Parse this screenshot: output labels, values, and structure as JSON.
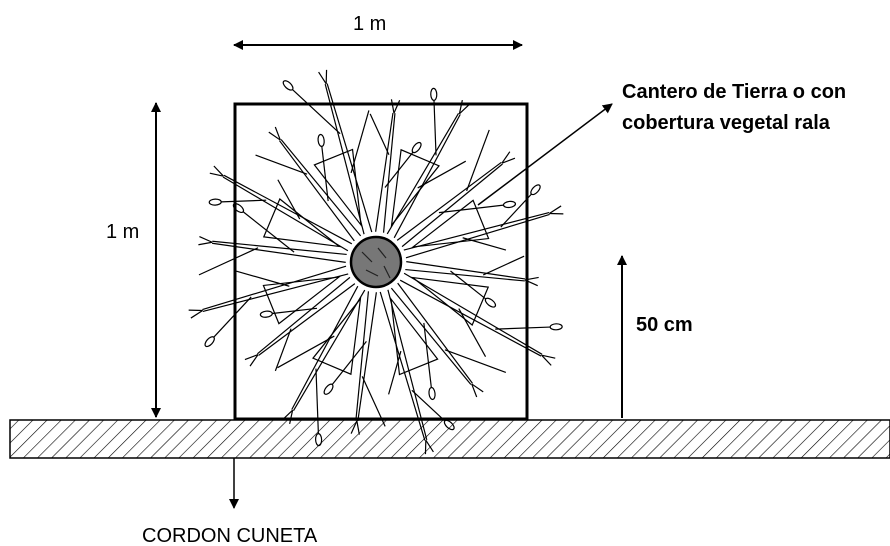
{
  "labels": {
    "width_dim": "1 m",
    "height_dim": "1 m",
    "curb_height_dim": "50 cm",
    "planter_line1": "Cantero de Tierra o con",
    "planter_line2": "cobertura vegetal rala",
    "curb": "CORDON CUNETA"
  },
  "colors": {
    "line": "#000000",
    "trunk": "#777777",
    "background": "#ffffff"
  }
}
